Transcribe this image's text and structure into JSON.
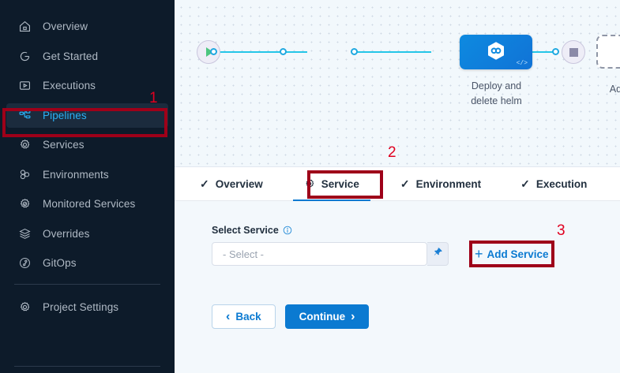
{
  "colors": {
    "sidebar_bg": "#0d1b2a",
    "accent_blue": "#0b7ad1",
    "active_nav": "#2ab0f5",
    "annotation_red": "#9e0019",
    "wire_cyan": "#25c6e8"
  },
  "sidebar": {
    "items": [
      {
        "label": "Overview",
        "icon": "home-icon",
        "active": false
      },
      {
        "label": "Get Started",
        "icon": "get-started-icon",
        "active": false
      },
      {
        "label": "Executions",
        "icon": "executions-icon",
        "active": false
      },
      {
        "label": "Pipelines",
        "icon": "pipelines-icon",
        "active": true
      },
      {
        "label": "Services",
        "icon": "gear-icon",
        "active": false
      },
      {
        "label": "Environments",
        "icon": "environments-icon",
        "active": false
      },
      {
        "label": "Monitored Services",
        "icon": "monitored-services-icon",
        "active": false
      },
      {
        "label": "Overrides",
        "icon": "layers-icon",
        "active": false
      },
      {
        "label": "GitOps",
        "icon": "gitops-icon",
        "active": false
      }
    ],
    "footer": {
      "label": "Project Settings",
      "icon": "gear-icon"
    }
  },
  "canvas": {
    "start_node": "start-play-node",
    "end_node": "end-stop-node",
    "stage": {
      "label_line1": "Deploy and",
      "label_line2": "delete helm",
      "icon": "hexagon-infinity-icon",
      "badge": "</>"
    },
    "add_stage": {
      "label": "Add Stage",
      "icon": "plus-icon"
    }
  },
  "tabs": [
    {
      "label": "Overview",
      "icon": "check-icon",
      "active": false
    },
    {
      "label": "Service",
      "icon": "gear-icon",
      "active": true
    },
    {
      "label": "Environment",
      "icon": "check-icon",
      "active": false
    },
    {
      "label": "Execution",
      "icon": "check-icon",
      "active": false
    }
  ],
  "form": {
    "field_label": "Select Service",
    "info_icon": "info-icon",
    "select_value": "- Select -",
    "pin_icon": "pin-icon",
    "add_service_label": "Add Service",
    "add_service_plus": "+",
    "back_label": "Back",
    "back_chevron": "‹",
    "continue_label": "Continue",
    "continue_chevron": "›"
  },
  "annotations": [
    {
      "number": "1",
      "target": "sidebar-item-pipelines"
    },
    {
      "number": "2",
      "target": "tab-service"
    },
    {
      "number": "3",
      "target": "add-service-button"
    }
  ]
}
